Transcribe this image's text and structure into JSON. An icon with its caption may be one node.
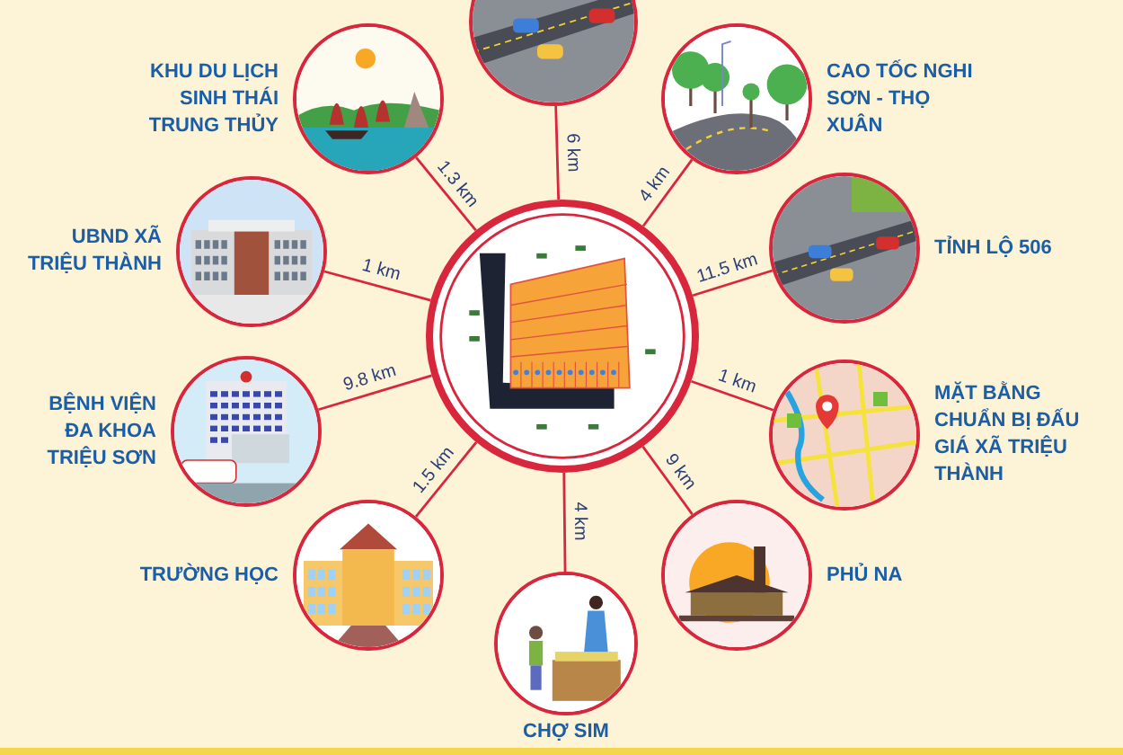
{
  "diagram": {
    "nodes": [
      {
        "text": [],
        "shape": "picture"
      },
      {
        "text": [],
        "shape": "picture"
      },
      {
        "text": [
          "KHU DU LỊCH SINH THÁI TRUNG THỦY"
        ]
      },
      {
        "text": [
          "CAO TỐC NGHI SƠN - THỌ XUÂN"
        ]
      },
      {
        "text": [
          "UBND XÃ TRIỆU THÀNH"
        ]
      },
      {
        "text": [
          "TỈNH LỘ 506"
        ]
      },
      {
        "text": [
          "BỆNH VIỆN ĐA KHOA TRIỆU SƠN"
        ]
      },
      {
        "text": [
          "MẶT BẰNG CHUẨN BỊ ĐẤU GIÁ XÃ TRIỆU THÀNH"
        ]
      },
      {
        "text": [
          "TRƯỜNG HỌC"
        ]
      },
      {
        "text": [
          "PHỦ NA"
        ]
      },
      {
        "text": [
          "CHỢ SIM"
        ]
      }
    ],
    "edges": [
      {
        "from": 1,
        "to": 0,
        "arrow": "none",
        "label": "6 km"
      },
      {
        "from": 1,
        "to": 2,
        "arrow": "none",
        "label": "1.3 km"
      },
      {
        "from": 1,
        "to": 3,
        "arrow": "none",
        "label": "4 km"
      },
      {
        "from": 1,
        "to": 4,
        "arrow": "none",
        "label": "1 km"
      },
      {
        "from": 1,
        "to": 5,
        "arrow": "none",
        "label": "11.5 km"
      },
      {
        "from": 1,
        "to": 6,
        "arrow": "none",
        "label": "9.8 km"
      },
      {
        "from": 1,
        "to": 7,
        "arrow": "none",
        "label": "1 km"
      },
      {
        "from": 1,
        "to": 8,
        "arrow": "none",
        "label": "1.5 km"
      },
      {
        "from": 1,
        "to": 9,
        "arrow": "none",
        "label": "9 km"
      },
      {
        "from": 1,
        "to": 10,
        "arrow": "none",
        "label": "4 km"
      }
    ]
  }
}
